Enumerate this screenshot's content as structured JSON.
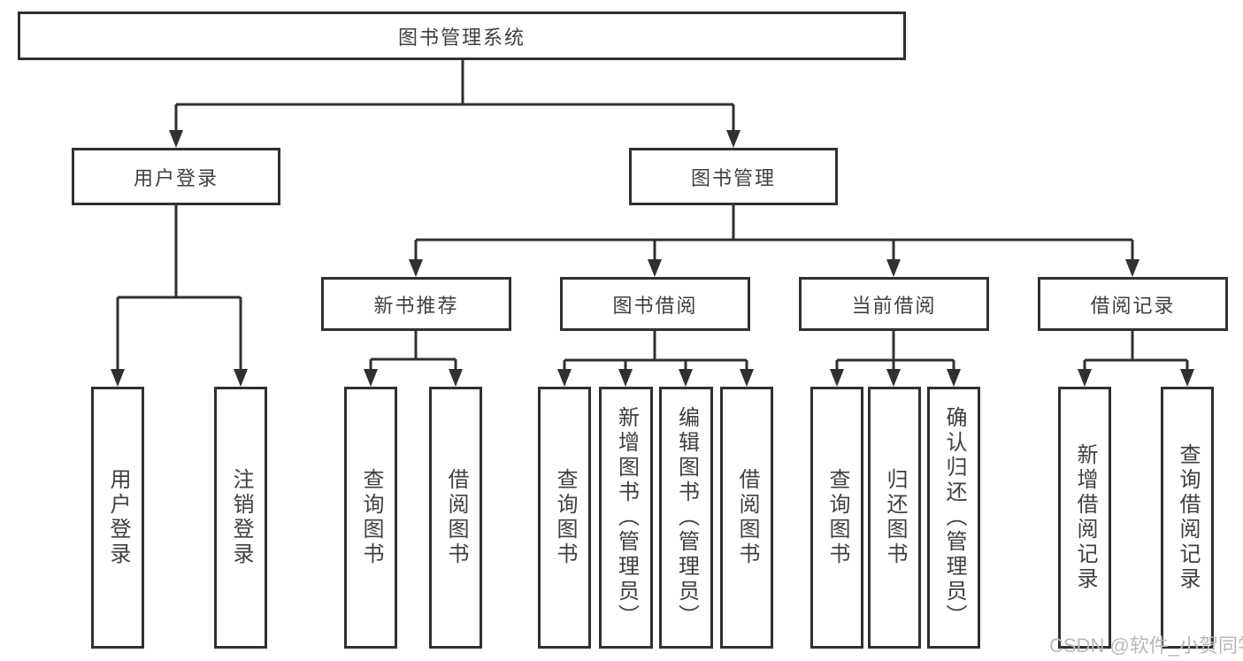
{
  "colors": {
    "line": "#2e3033",
    "text": "#3d4043",
    "watermark-text": "#b7babd",
    "background": "#ffffff"
  },
  "diagram": {
    "root": {
      "label": "图书管理系统"
    },
    "level2": [
      {
        "id": "user-login",
        "label": "用户登录"
      },
      {
        "id": "book-management",
        "label": "图书管理"
      }
    ],
    "level3": [
      {
        "id": "new-book-recommend",
        "parent": "图书管理",
        "label": "新书推荐"
      },
      {
        "id": "book-borrow",
        "parent": "图书管理",
        "label": "图书借阅"
      },
      {
        "id": "current-borrow",
        "parent": "图书管理",
        "label": "当前借阅"
      },
      {
        "id": "borrow-records",
        "parent": "图书管理",
        "label": "借阅记录"
      }
    ],
    "leaves": [
      {
        "parent": "用户登录",
        "label": "用户登录"
      },
      {
        "parent": "用户登录",
        "label": "注销登录"
      },
      {
        "parent": "新书推荐",
        "label": "查询图书"
      },
      {
        "parent": "新书推荐",
        "label": "借阅图书"
      },
      {
        "parent": "图书借阅",
        "label": "查询图书"
      },
      {
        "parent": "图书借阅",
        "label": "新增图书（管理员）"
      },
      {
        "parent": "图书借阅",
        "label": "编辑图书（管理员）"
      },
      {
        "parent": "图书借阅",
        "label": "借阅图书"
      },
      {
        "parent": "当前借阅",
        "label": "查询图书"
      },
      {
        "parent": "当前借阅",
        "label": "归还图书"
      },
      {
        "parent": "当前借阅",
        "label": "确认归还（管理员）"
      },
      {
        "parent": "借阅记录",
        "label": "新增借阅记录"
      },
      {
        "parent": "借阅记录",
        "label": "查询借阅记录"
      }
    ]
  },
  "watermark": {
    "text": "CSDN @软件_小贺同学"
  }
}
